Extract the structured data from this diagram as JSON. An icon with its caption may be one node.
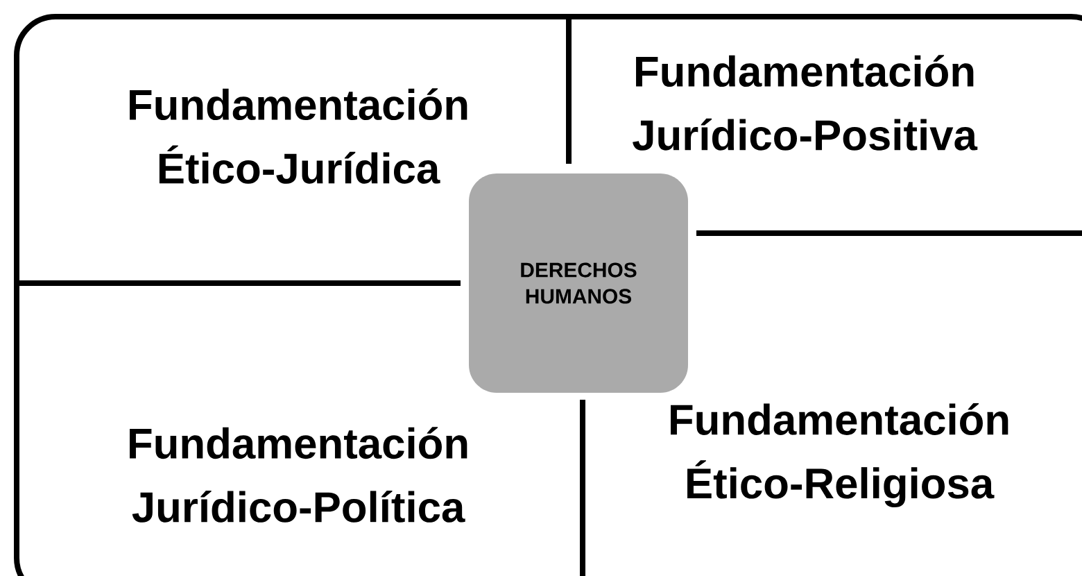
{
  "diagram": {
    "nodes": [
      {
        "text": [
          "DERECHOS HUMANOS"
        ]
      }
    ],
    "labels": [
      "Fundamentación Ético-Jurídica",
      "Fundamentación Jurídico-Positiva",
      "Fundamentación Jurídico-Política",
      "Fundamentación Ético-Religiosa"
    ]
  }
}
